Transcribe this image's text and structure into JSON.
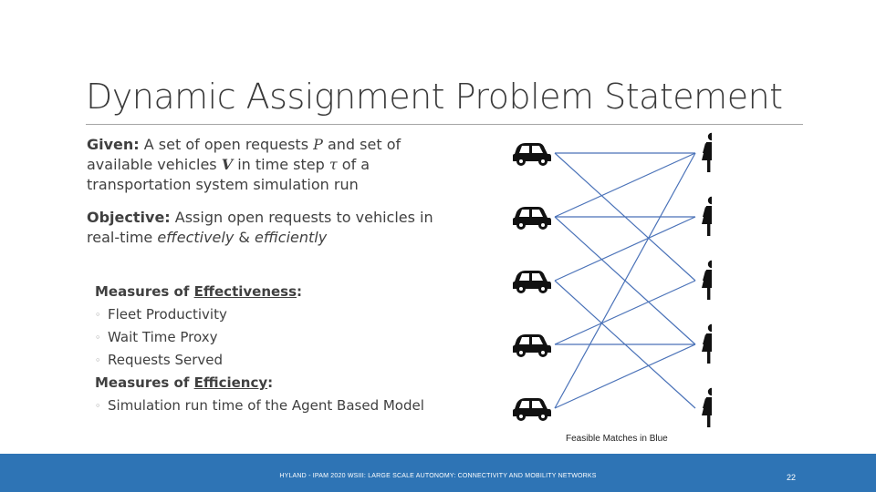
{
  "slide": {
    "title": "Dynamic Assignment Problem Statement",
    "given": {
      "label": "Given:",
      "t1": " A set of open requests ",
      "sym_p": "P",
      "t2": " and set of available vehicles ",
      "sym_v": "V",
      "t3": " in time step ",
      "sym_tau": "τ",
      "t4": " of a transportation system simulation run"
    },
    "objective": {
      "label": "Objective:",
      "t1": " Assign open requests to vehicles in real-time ",
      "em1": "effectively",
      "t2": " & ",
      "em2": "efficiently"
    },
    "effectiveness": {
      "prefix": "Measures of ",
      "keyword": "Effectiveness",
      "suffix": ":",
      "items": [
        "Fleet Productivity",
        "Wait Time Proxy",
        "Requests Served"
      ]
    },
    "efficiency": {
      "prefix": "Measures of ",
      "keyword": "Efficiency",
      "suffix": ":",
      "items": [
        "Simulation run time of the Agent Based Model"
      ]
    },
    "diagram": {
      "caption": "Feasible Matches in Blue",
      "vehicle_icon": "car-icon",
      "request_icon": "person-icon",
      "vehicle_count": 5,
      "request_count": 5,
      "matches": [
        [
          0,
          0
        ],
        [
          0,
          2
        ],
        [
          1,
          1
        ],
        [
          1,
          0
        ],
        [
          1,
          3
        ],
        [
          2,
          1
        ],
        [
          2,
          4
        ],
        [
          3,
          2
        ],
        [
          3,
          3
        ],
        [
          4,
          0
        ],
        [
          4,
          3
        ]
      ],
      "line_color": "#4a72b8",
      "icon_color": "#111111"
    },
    "footer": {
      "text": "HYLAND - IPAM 2020 WSIII: LARGE SCALE AUTONOMY: CONNECTIVITY AND MOBILITY NETWORKS",
      "page_number": "22",
      "bar_color": "#2e74b5"
    }
  }
}
